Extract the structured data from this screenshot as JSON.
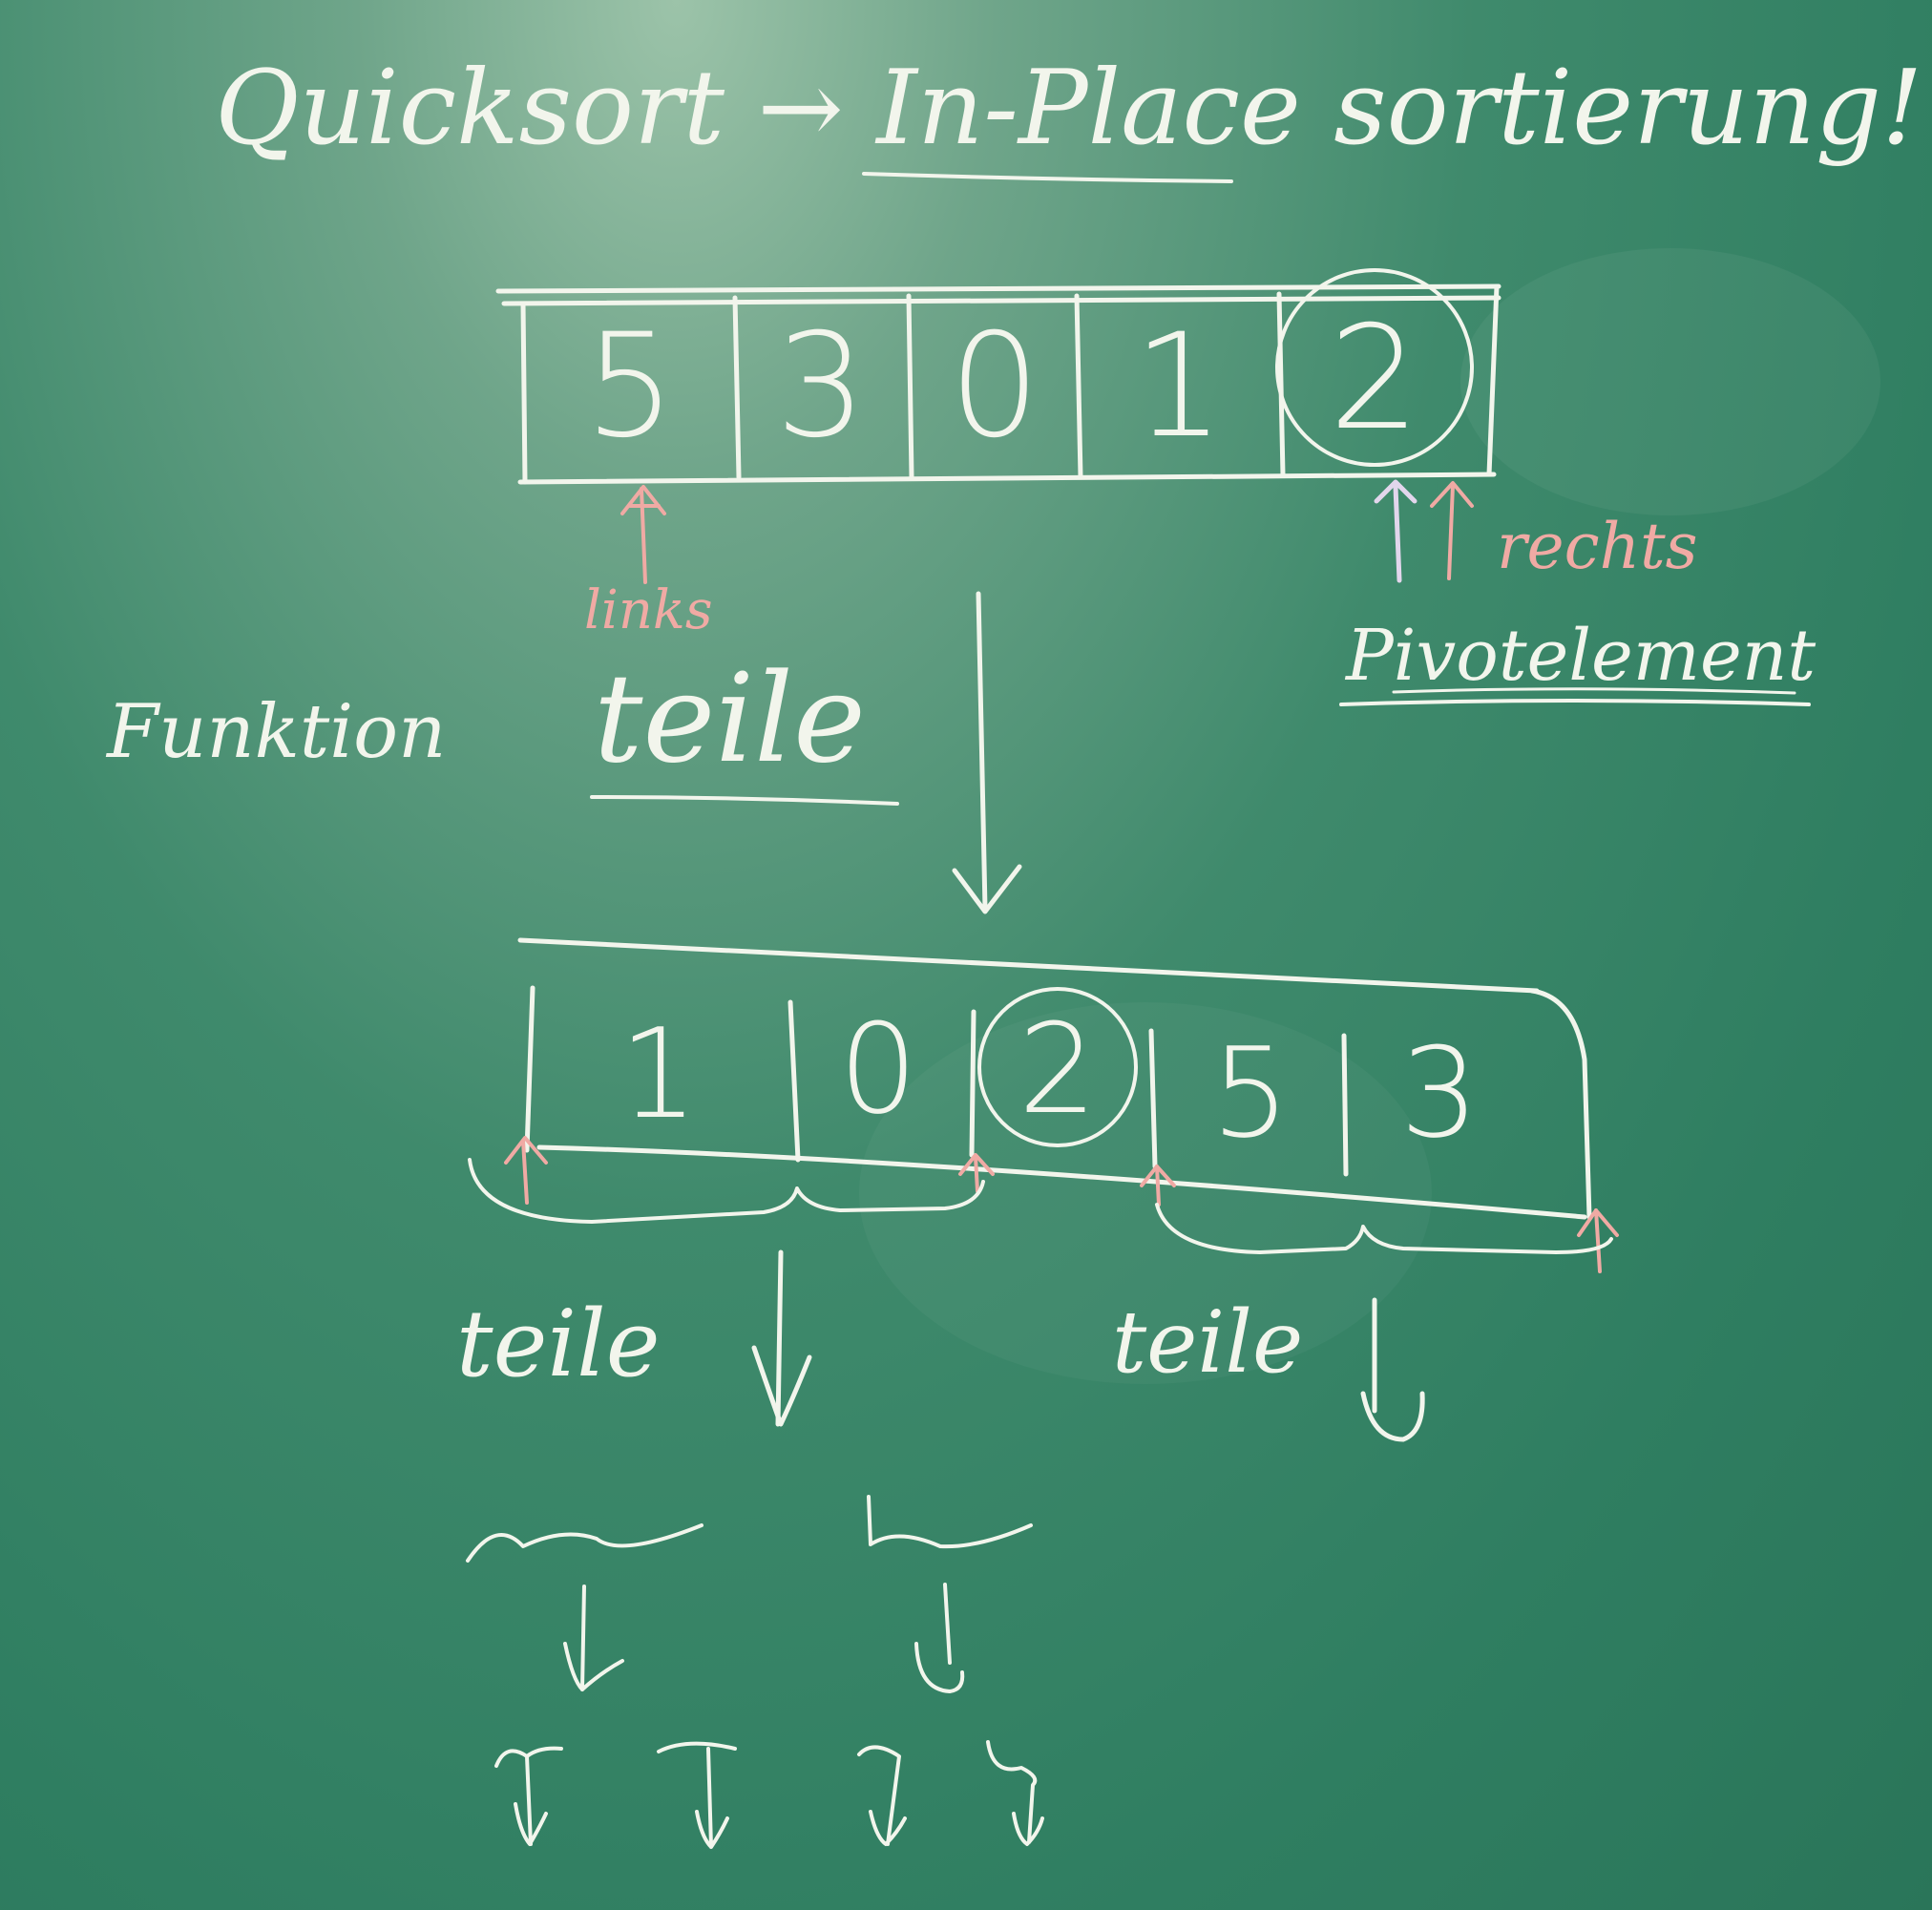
{
  "title": "Quicksort → In-Place sortierung!",
  "array_before": {
    "values": [
      "5",
      "3",
      "0",
      "1",
      "2"
    ],
    "circled_index": 4
  },
  "array_after": {
    "values": [
      "1",
      "0",
      "2",
      "5",
      "3"
    ],
    "circled_index": 2
  },
  "pointer_labels": {
    "left": "links",
    "right": "rechts"
  },
  "pivot_label": "Pivotelement",
  "function_label": "Funktion",
  "function_name": "teile",
  "recursion_labels": {
    "left": "teile",
    "right": "teile"
  },
  "colors": {
    "board": "#2f7e61",
    "chalk": "#f2f5ec",
    "pink_chalk": "#f0aaa4"
  }
}
